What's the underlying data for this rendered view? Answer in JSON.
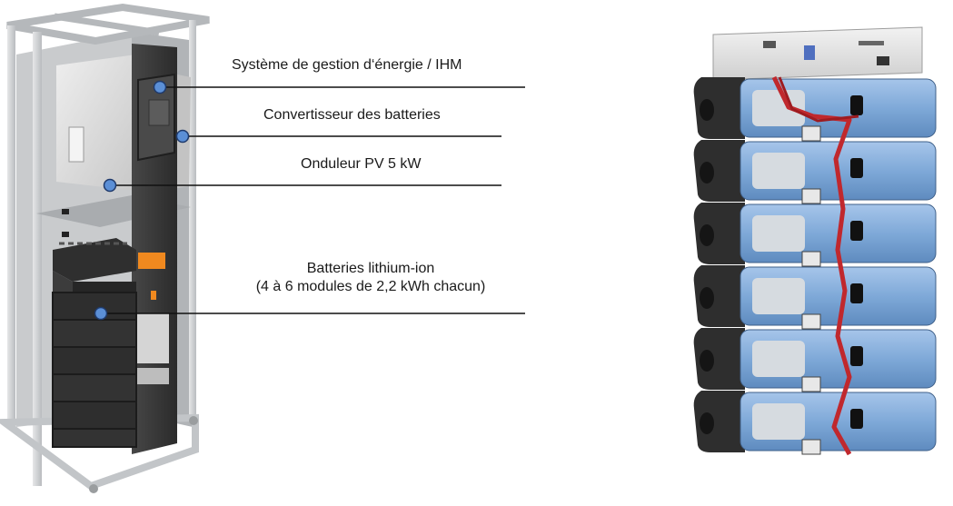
{
  "labels": [
    {
      "id": "energy-management",
      "text": "Système de gestion d‘énergie / IHM"
    },
    {
      "id": "battery-converter",
      "text": "Convertisseur des batteries"
    },
    {
      "id": "pv-inverter",
      "text": "Onduleur PV 5 kW"
    },
    {
      "id": "lithium-batteries",
      "line1": "Batteries lithium-ion",
      "line2": "(4 à 6 modules de 2,2 kWh chacun)"
    }
  ],
  "colors": {
    "callout_dot": "#5b8fd6",
    "battery_blue": "#7fa9d8",
    "frame_gray": "#cfd2d4",
    "dark_panel": "#3a3a3a",
    "accent_orange": "#f0891f",
    "cable_red": "#c0282d"
  }
}
